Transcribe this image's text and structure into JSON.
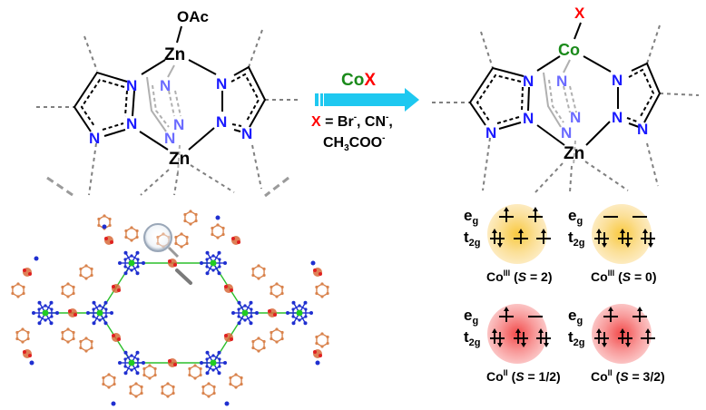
{
  "left_complex": {
    "top_ligand": "OAc",
    "metal_top": "Zn",
    "metal_bottom": "Zn",
    "nitrogen": "N"
  },
  "reaction": {
    "reagent_prefix": "Co",
    "reagent_x": "X",
    "x_label": "X",
    "equals": " = Br",
    "sup_minus": "-",
    "cn": ", CN",
    "comma": ",",
    "acetate_ch": "CH",
    "acetate_sub": "3",
    "acetate_coo": "COO",
    "colors": {
      "cobalt": "#1a8a1a",
      "x": "#ff0000",
      "arrow": "#1ec8f0"
    }
  },
  "right_complex": {
    "top_ligand": "X",
    "metal_top": "Co",
    "metal_bottom": "Zn",
    "nitrogen": "N"
  },
  "spin_states": [
    {
      "metal": "Co",
      "ox": "III",
      "spin_open": " (",
      "S": "S",
      "spin_value": " = 2)",
      "eg": "e",
      "eg_sub": "g",
      "t2g": "t",
      "t2g_sub": "2g",
      "eg_occupancy": [
        "up",
        "up"
      ],
      "t2g_occupancy": [
        "pair",
        "up",
        "up"
      ],
      "color": "#f7c04a"
    },
    {
      "metal": "Co",
      "ox": "III",
      "spin_open": " (",
      "S": "S",
      "spin_value": " = 0)",
      "eg": "e",
      "eg_sub": "g",
      "t2g": "t",
      "t2g_sub": "2g",
      "eg_occupancy": [
        "empty",
        "empty"
      ],
      "t2g_occupancy": [
        "pair",
        "pair",
        "pair"
      ],
      "color": "#f7c04a"
    },
    {
      "metal": "Co",
      "ox": "II",
      "spin_open": " (",
      "S": "S",
      "spin_value": " = 1/2)",
      "eg": "e",
      "eg_sub": "g",
      "t2g": "t",
      "t2g_sub": "2g",
      "eg_occupancy": [
        "up",
        "empty"
      ],
      "t2g_occupancy": [
        "pair",
        "pair",
        "pair"
      ],
      "color": "#f25a5a"
    },
    {
      "metal": "Co",
      "ox": "II",
      "spin_open": " (",
      "S": "S",
      "spin_value": " = 3/2)",
      "eg": "e",
      "eg_sub": "g",
      "t2g": "t",
      "t2g_sub": "2g",
      "eg_occupancy": [
        "up",
        "up"
      ],
      "t2g_occupancy": [
        "pair",
        "pair",
        "up"
      ],
      "color": "#f25a5a"
    }
  ],
  "framework": {
    "description_icon": "mof-framework-structure"
  }
}
